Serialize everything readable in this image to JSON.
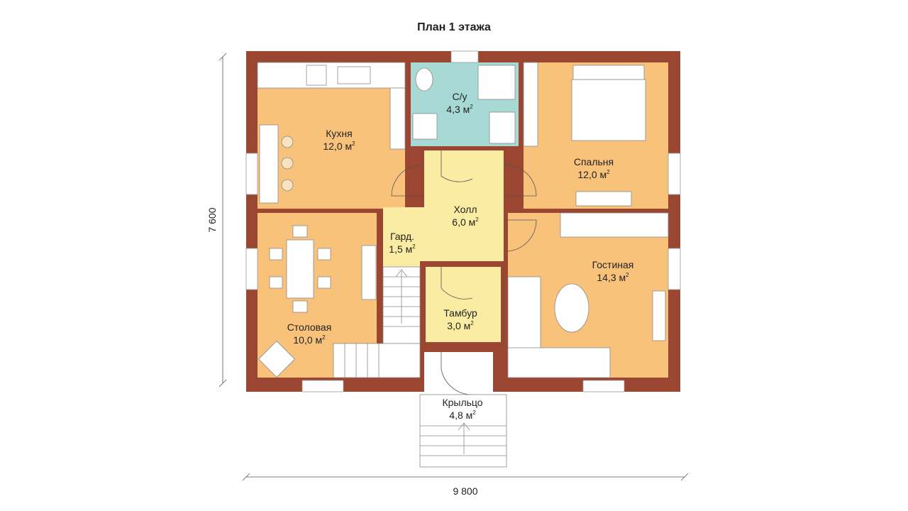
{
  "title": "План 1 этажа",
  "dimensions": {
    "width": "9 800",
    "height": "7 600"
  },
  "area_unit": "м",
  "area_unit_sup": "2",
  "rooms": [
    {
      "id": "kitchen",
      "name": "Кухня",
      "area": "12,0"
    },
    {
      "id": "bathroom",
      "name": "С/у",
      "area": "4,3"
    },
    {
      "id": "bedroom",
      "name": "Спальня",
      "area": "12,0"
    },
    {
      "id": "hall",
      "name": "Холл",
      "area": "6,0"
    },
    {
      "id": "wardrobe",
      "name": "Гард.",
      "area": "1,5"
    },
    {
      "id": "living",
      "name": "Гостиная",
      "area": "14,3"
    },
    {
      "id": "dining",
      "name": "Столовая",
      "area": "10,0"
    },
    {
      "id": "vestibule",
      "name": "Тамбур",
      "area": "3,0"
    },
    {
      "id": "porch",
      "name": "Крыльцо",
      "area": "4,8"
    }
  ],
  "colors": {
    "wall": "#9a4631",
    "room_warm": "#f8c27b",
    "room_yellow": "#fbeca3",
    "bathroom": "#a8dad5",
    "window": "#ffffff",
    "furniture_stroke": "#8a8a8a"
  }
}
